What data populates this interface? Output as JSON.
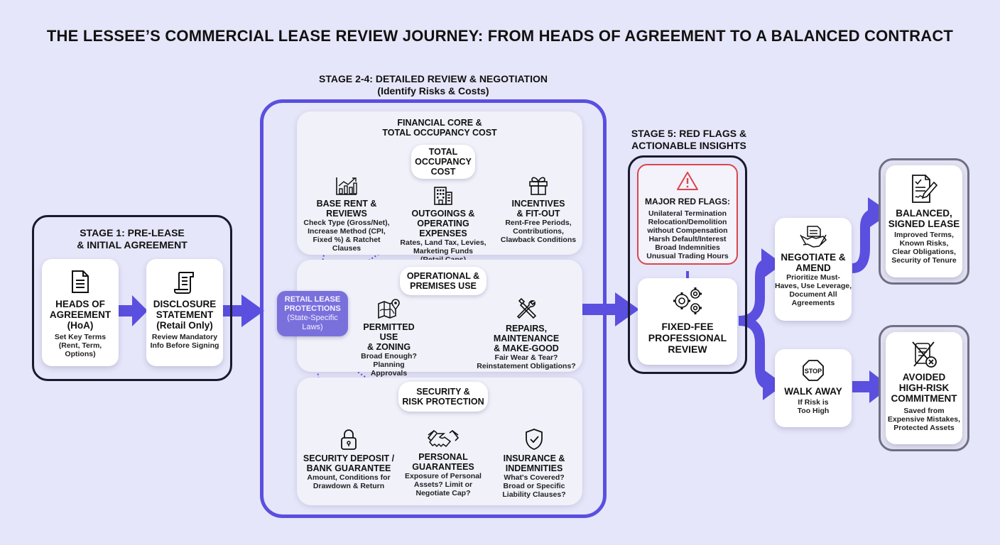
{
  "title": "THE LESSEE’S COMMERCIAL LEASE REVIEW JOURNEY: FROM HEADS OF AGREEMENT TO A BALANCED CONTRACT",
  "colors": {
    "background": "#e6e6fa",
    "accent": "#5b4fe0",
    "frame_dark": "#1a1a2e",
    "red_flag": "#d9474b",
    "retail_badge": "#7a70dc"
  },
  "stage1": {
    "label": "STAGE 1: PRE-LEASE\n& INITIAL AGREEMENT",
    "cards": [
      {
        "icon": "document-icon",
        "title": "HEADS OF\nAGREEMENT\n(HoA)",
        "desc": "Set Key Terms\n(Rent, Term,\nOptions)"
      },
      {
        "icon": "scroll-icon",
        "title": "DISCLOSURE\nSTATEMENT\n(Retail Only)",
        "desc": "Review Mandatory\nInfo Before Signing"
      }
    ]
  },
  "stage2_4": {
    "label": "STAGE 2-4: DETAILED REVIEW & NEGOTIATION",
    "sublabel": "(Identify Risks & Costs)",
    "retail_protections": {
      "title": "RETAIL LEASE\nPROTECTIONS",
      "sub": "(State-Specific\nLaws)"
    },
    "financial": {
      "heading": "FINANCIAL CORE &\nTOTAL OCCUPANCY COST",
      "hub": "TOTAL\nOCCUPANCY\nCOST",
      "items": [
        {
          "icon": "growth-chart-icon",
          "title": "BASE RENT &\nREVIEWS",
          "desc": "Check Type (Gross/Net),\nIncrease Method (CPI,\nFixed %) & Ratchet\nClauses"
        },
        {
          "icon": "building-icon",
          "title": "OUTGOINGS &\nOPERATING EXPENSES",
          "desc": "Rates, Land Tax, Levies,\nMarketing Funds\n(Retail Caps)"
        },
        {
          "icon": "gift-icon",
          "title": "INCENTIVES\n& FIT-OUT",
          "desc": "Rent-Free Periods,\nContributions,\nClawback Conditions"
        }
      ]
    },
    "operational": {
      "hub": "OPERATIONAL &\nPREMISES USE",
      "items": [
        {
          "icon": "map-pin-icon",
          "title": "PERMITTED USE\n& ZONING",
          "desc": "Broad Enough?\nPlanning Approvals\nRequired?"
        },
        {
          "icon": "tools-icon",
          "title": "REPAIRS, MAINTENANCE\n& MAKE-GOOD",
          "desc": "Fair Wear & Tear?\nReinstatement Obligations?"
        }
      ]
    },
    "security": {
      "hub": "SECURITY &\nRISK PROTECTION",
      "items": [
        {
          "icon": "padlock-icon",
          "title": "SECURITY DEPOSIT /\nBANK GUARANTEE",
          "desc": "Amount, Conditions for\nDrawdown & Return"
        },
        {
          "icon": "handshake-icon",
          "title": "PERSONAL\nGUARANTEES",
          "desc": "Exposure of Personal\nAssets? Limit or\nNegotiate Cap?"
        },
        {
          "icon": "shield-check-icon",
          "title": "INSURANCE &\nINDEMNITIES",
          "desc": "What's Covered?\nBroad or Specific\nLiability Clauses?"
        }
      ]
    }
  },
  "stage5": {
    "label": "STAGE 5: RED FLAGS &\nACTIONABLE INSIGHTS",
    "red_flags": {
      "icon": "warning-triangle-icon",
      "title": "MAJOR RED FLAGS:",
      "items": "Unilateral Termination\nRelocation/Demolition\nwithout Compensation\nHarsh Default/Interest\nBroad Indemnities\nUnusual Trading Hours"
    },
    "review": {
      "icon": "gears-icon",
      "title": "FIXED-FEE\nPROFESSIONAL\nREVIEW"
    }
  },
  "outcomes": {
    "negotiate": {
      "icon": "contract-handshake-icon",
      "title": "NEGOTIATE &\nAMEND",
      "desc": "Prioritize Must-\nHaves, Use Leverage,\nDocument All\nAgreements"
    },
    "walk_away": {
      "icon": "stop-sign-icon",
      "stop_text": "STOP",
      "title": "WALK AWAY",
      "desc": "If Risk is\nToo High"
    },
    "signed": {
      "icon": "signed-contract-icon",
      "title": "BALANCED,\nSIGNED LEASE",
      "desc": "Improved Terms,\nKnown Risks,\nClear Obligations,\nSecurity of Tenure"
    },
    "avoided": {
      "icon": "cancelled-document-icon",
      "title": "AVOIDED\nHIGH-RISK\nCOMMITMENT",
      "desc": "Saved from\nExpensive Mistakes,\nProtected Assets"
    }
  }
}
